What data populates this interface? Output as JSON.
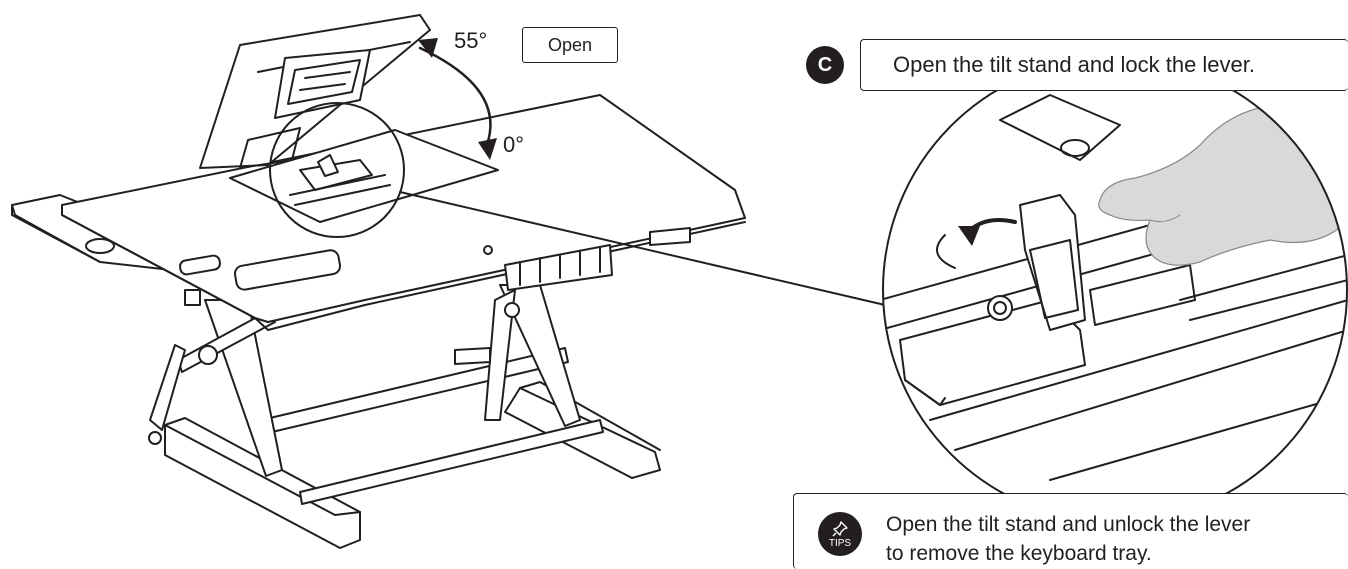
{
  "angles": {
    "open_angle": "55°",
    "closed_angle": "0°"
  },
  "open_label": "Open",
  "step": {
    "badge": "C",
    "instruction": "Open the tilt stand and lock the lever."
  },
  "tips": {
    "badge": "TIPS",
    "line1": "Open the tilt stand and unlock the lever",
    "line2": "to remove the keyboard tray."
  },
  "colors": {
    "ink": "#231f20",
    "hand": "#d9d9d9",
    "background": "#ffffff"
  },
  "icons": {
    "tips": "pushpin-icon",
    "rotation": "curved-arrow-icon"
  }
}
